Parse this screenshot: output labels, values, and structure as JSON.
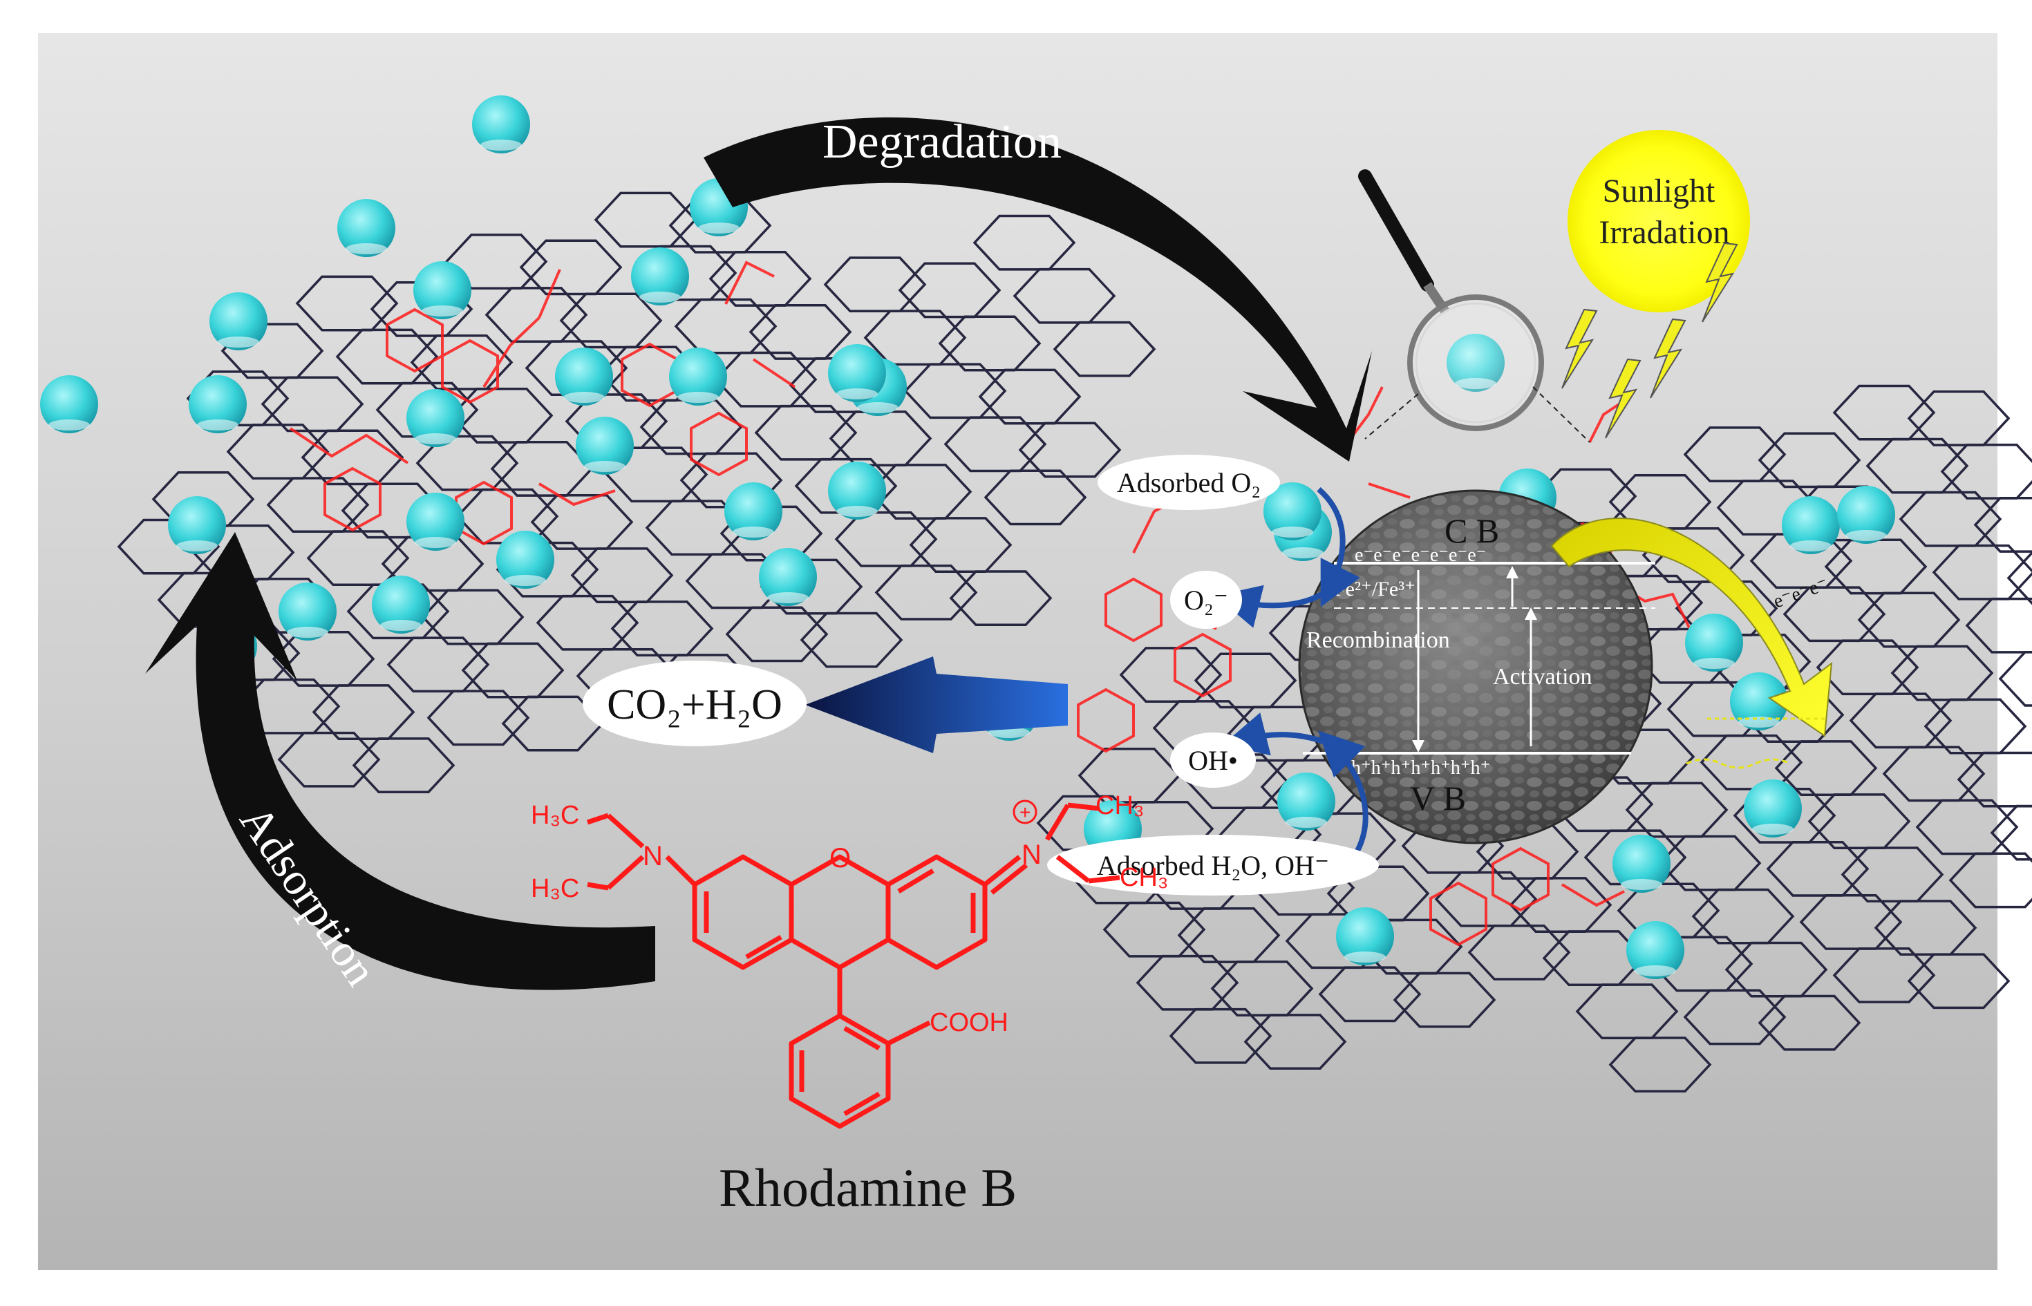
{
  "labels": {
    "degradation": "Degradation",
    "adsorption": "Adsorption",
    "sunlight_line1": "Sunlight",
    "sunlight_line2": "Irradation",
    "adsorbed_o2": "Adsorbed O₂",
    "superoxide": "O₂⁻",
    "hydroxyl": "OH•",
    "adsorbed_h2o": "Adsorbed H₂O, OH⁻",
    "products": "CO₂+H₂O",
    "compound_name": "Rhodamine B"
  },
  "band_diagram": {
    "cb": "C B",
    "vb": "V B",
    "electrons": "e⁻e⁻e⁻e⁻e⁻e⁻e⁻",
    "holes": "h⁺h⁺h⁺h⁺h⁺h⁺h⁺",
    "fe_couple": "Fe²⁺/Fe³⁺",
    "recombination": "Recombination",
    "activation": "Activation",
    "excited_electrons": "e⁻e⁻e⁻"
  },
  "molecule": {
    "group_tl": "H₃C",
    "group_bl": "H₃C",
    "group_tr": "CH₃",
    "group_br": "CH₃",
    "n_left": "N",
    "n_right": "N",
    "plus": "+",
    "oxygen": "O",
    "acid": "COOH"
  },
  "colors": {
    "background_light": "#e3e3e3",
    "background_dark": "#b2b2b2",
    "sheet_line": "#262640",
    "sphere": "#3fd6dc",
    "molecule": "#ff1a1a",
    "arrow": "#0f0f0f",
    "sun": "#ffff1f",
    "bolt": "#f2f020",
    "blue_arrow": "#1f5fd0"
  }
}
